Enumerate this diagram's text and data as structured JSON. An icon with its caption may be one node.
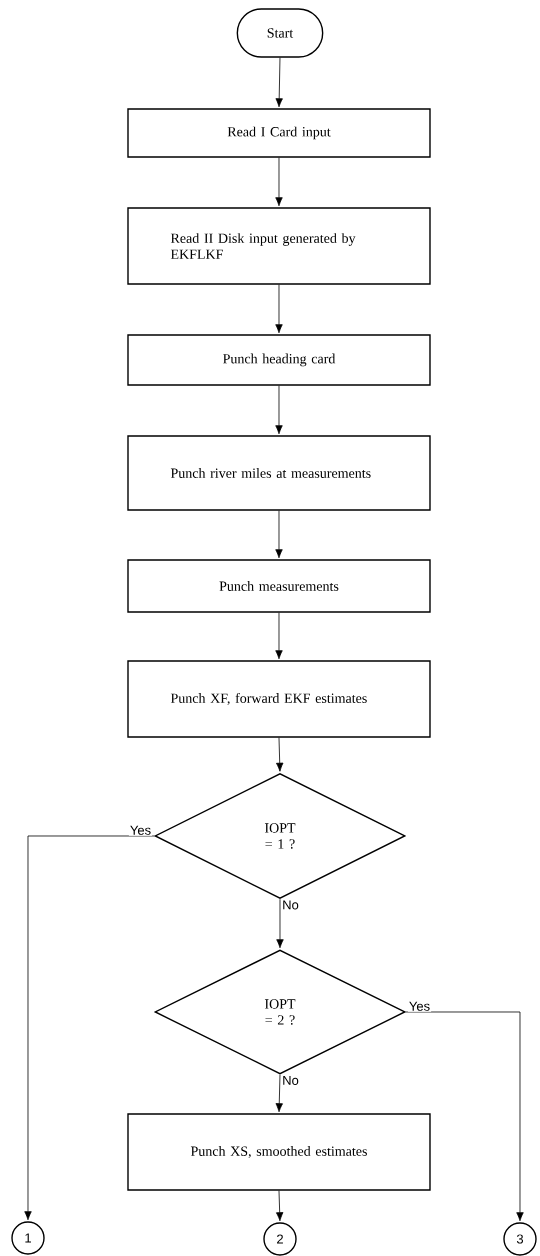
{
  "diagram": {
    "nodes": [
      {
        "text": [
          "Start"
        ]
      },
      {
        "text": [
          "Read I Card input"
        ]
      },
      {
        "text": [
          "Read II Disk input generated by EKFLKF"
        ]
      },
      {
        "text": [
          "Punch heading card"
        ]
      },
      {
        "text": [
          "Punch river miles at measurements"
        ]
      },
      {
        "text": [
          "Punch measurements"
        ]
      },
      {
        "text": [
          "Punch XF, forward EKF estimates"
        ]
      },
      {
        "text": [
          "IOPT = 1 ?"
        ]
      },
      {
        "text": [
          "IOPT = 2 ?"
        ]
      },
      {
        "text": [
          "Punch XS, smoothed estimates"
        ]
      },
      {
        "text": [
          "1"
        ]
      },
      {
        "text": [
          "2"
        ]
      },
      {
        "text": [
          "3"
        ]
      }
    ],
    "edges": [
      {
        "from": 0,
        "to": 1,
        "arrow": "to"
      },
      {
        "from": 1,
        "to": 2,
        "arrow": "to"
      },
      {
        "from": 2,
        "to": 3,
        "arrow": "to"
      },
      {
        "from": 3,
        "to": 4,
        "arrow": "to"
      },
      {
        "from": 4,
        "to": 5,
        "arrow": "to"
      },
      {
        "from": 5,
        "to": 6,
        "arrow": "to"
      },
      {
        "from": 6,
        "to": 7,
        "arrow": "to"
      },
      {
        "from": 7,
        "to": 10,
        "arrow": "to",
        "label": "Yes"
      },
      {
        "from": 7,
        "to": 8,
        "arrow": "to",
        "label": "No"
      },
      {
        "from": 8,
        "to": 12,
        "arrow": "to",
        "label": "Yes"
      },
      {
        "from": 8,
        "to": 9,
        "arrow": "to",
        "label": "No"
      },
      {
        "from": 9,
        "to": 11,
        "arrow": "to"
      }
    ]
  }
}
